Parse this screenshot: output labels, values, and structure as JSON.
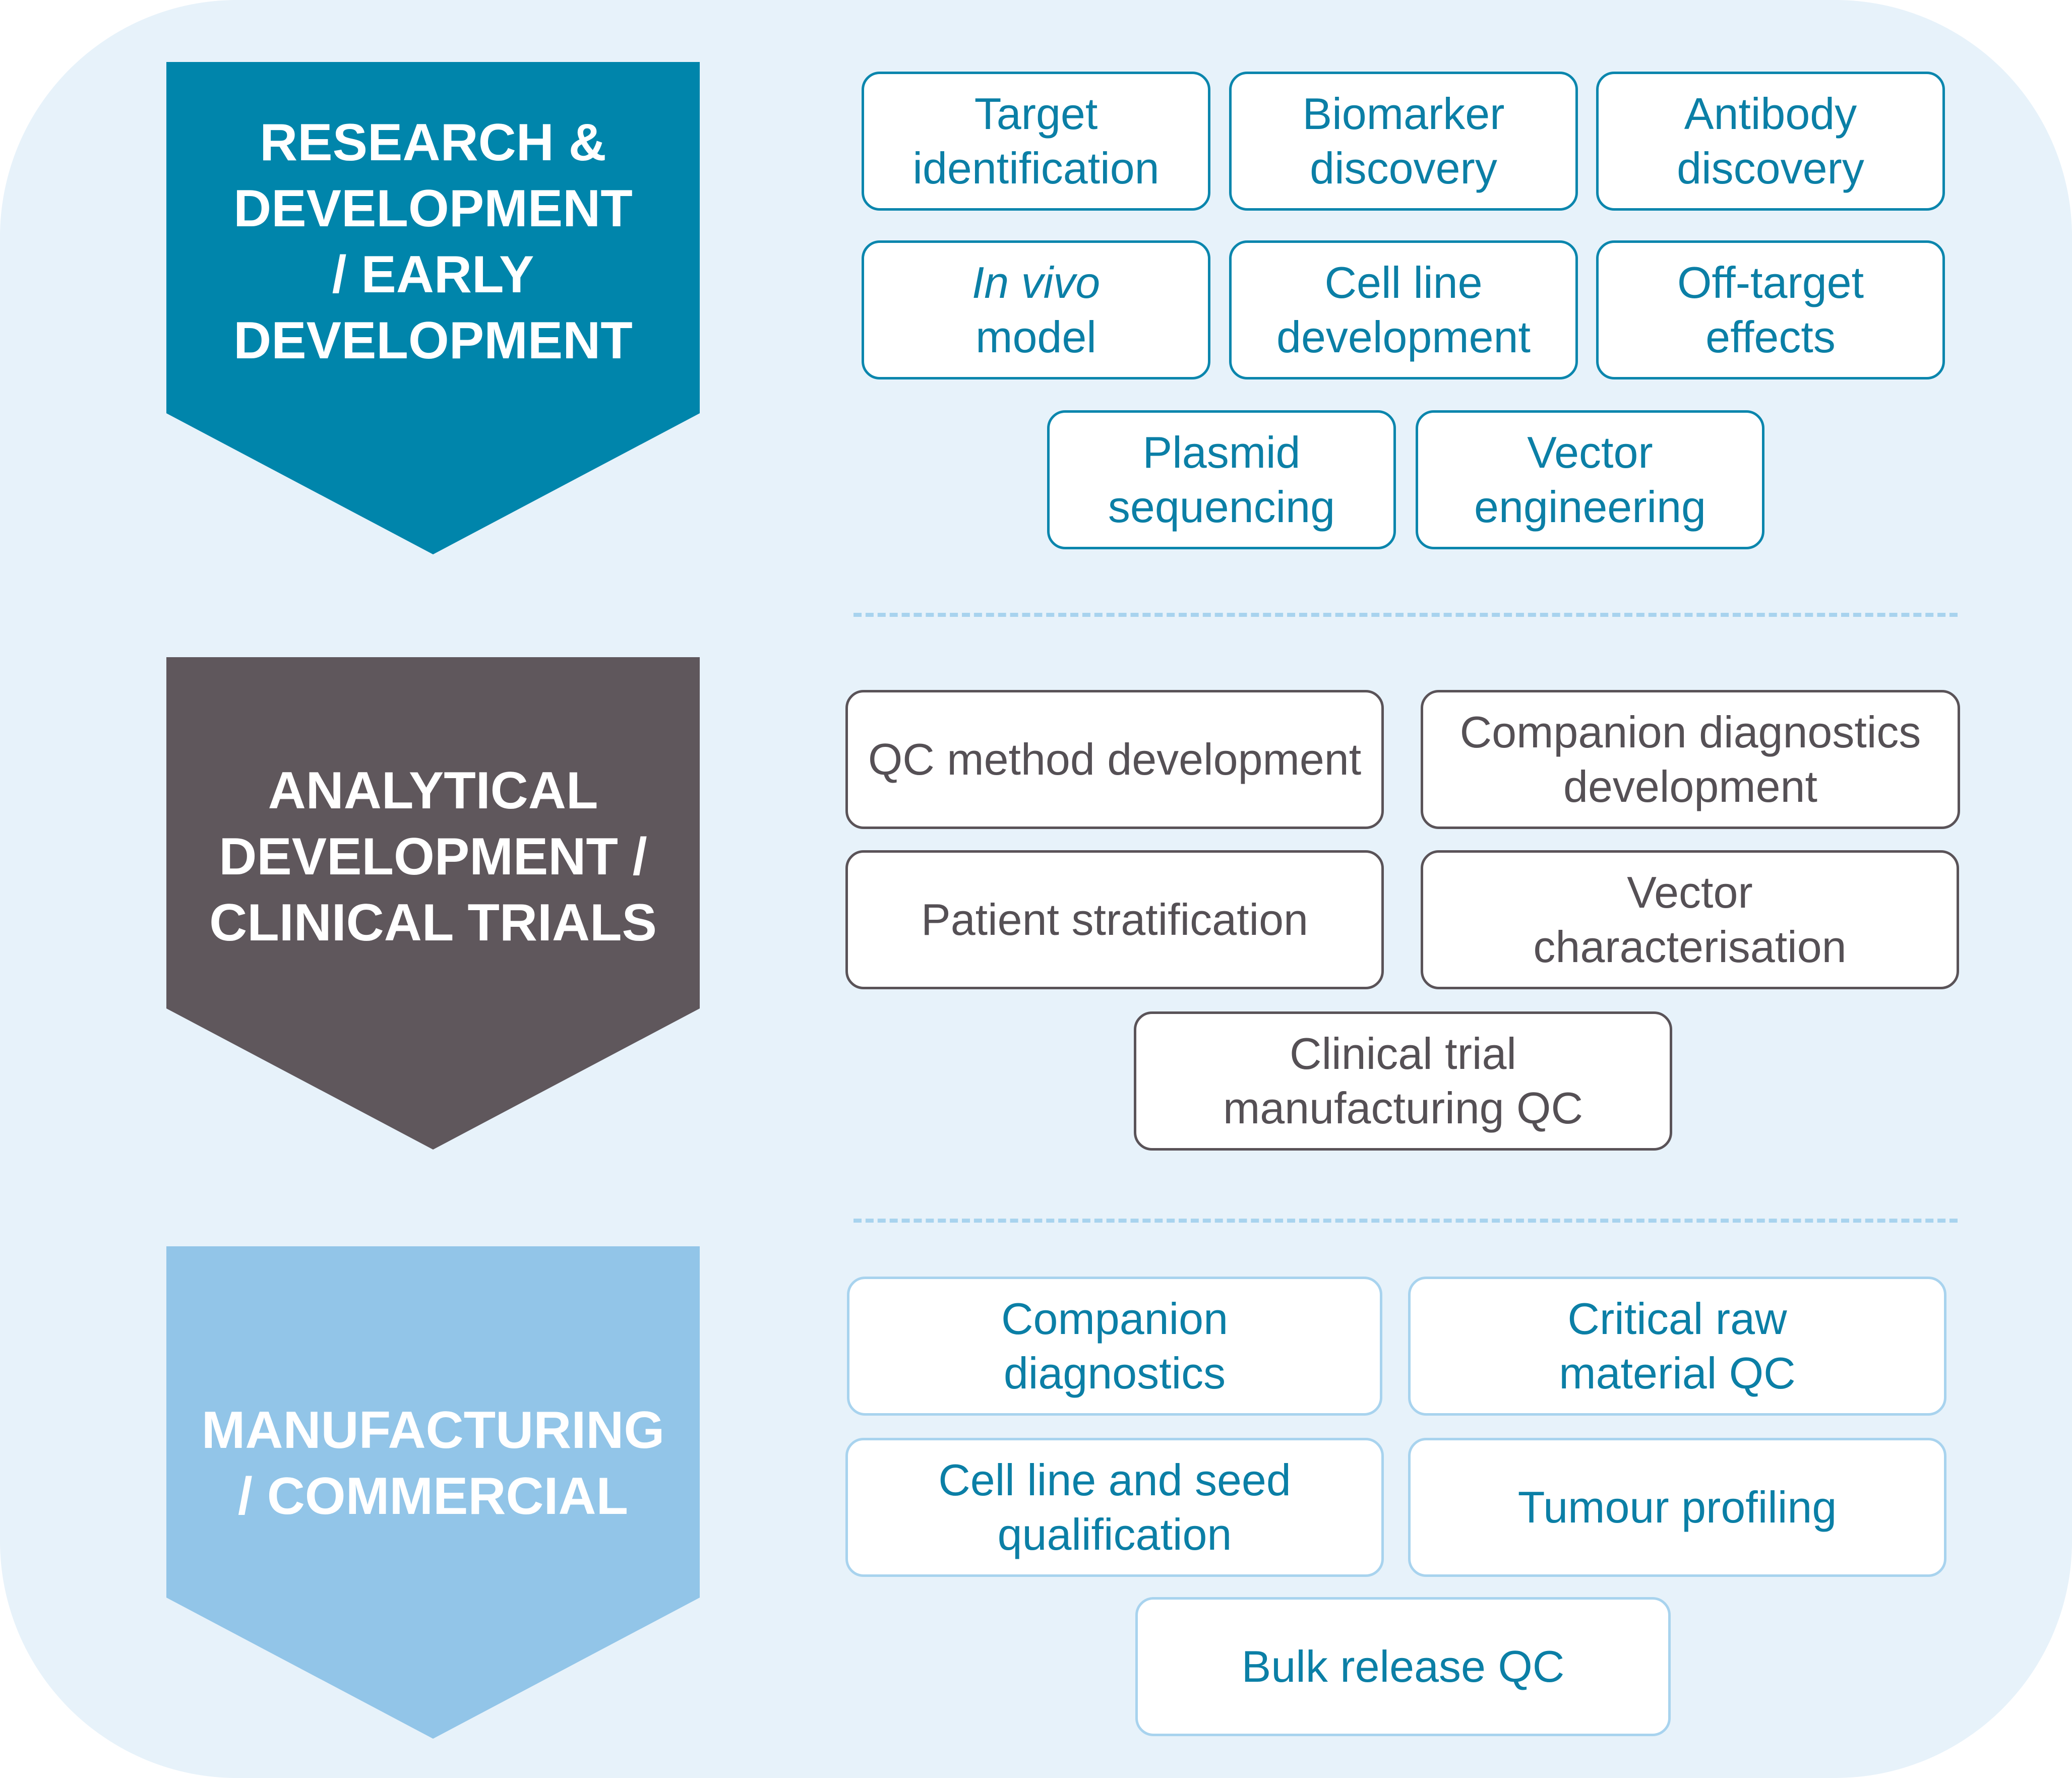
{
  "colors": {
    "background": "#e7f2fa",
    "stage1": "#0085ab",
    "stage2": "#5f575c",
    "stage3": "#92c5e8",
    "teal_text": "#0b7fa6",
    "grey_text": "#555055"
  },
  "stages": [
    {
      "label": "RESEARCH &\nDEVELOPMENT\n/ EARLY\nDEVELOPMENT",
      "items": [
        {
          "line1": "Target",
          "line2": "identification"
        },
        {
          "line1": "Biomarker",
          "line2": "discovery"
        },
        {
          "line1": "Antibody",
          "line2": "discovery"
        },
        {
          "italic": "In vivo",
          "line2": "model"
        },
        {
          "line1": "Cell line",
          "line2": "development"
        },
        {
          "line1": "Off-target",
          "line2": "effects"
        },
        {
          "line1": "Plasmid",
          "line2": "sequencing"
        },
        {
          "line1": "Vector",
          "line2": "engineering"
        }
      ]
    },
    {
      "label": "ANALYTICAL\nDEVELOPMENT /\nCLINICAL TRIALS",
      "items": [
        {
          "line1": "QC method development"
        },
        {
          "line1": "Companion diagnostics",
          "line2": "development"
        },
        {
          "line1": "Patient stratification"
        },
        {
          "line1": "Vector",
          "line2": "characterisation"
        },
        {
          "line1": "Clinical trial",
          "line2": "manufacturing QC"
        }
      ]
    },
    {
      "label": "MANUFACTURING\n/ COMMERCIAL",
      "items": [
        {
          "line1": "Companion",
          "line2": "diagnostics"
        },
        {
          "line1": "Critical raw",
          "line2": "material QC"
        },
        {
          "line1": "Cell line and seed",
          "line2": "qualification"
        },
        {
          "line1": "Tumour profiling"
        },
        {
          "line1": "Bulk release QC"
        }
      ]
    }
  ]
}
